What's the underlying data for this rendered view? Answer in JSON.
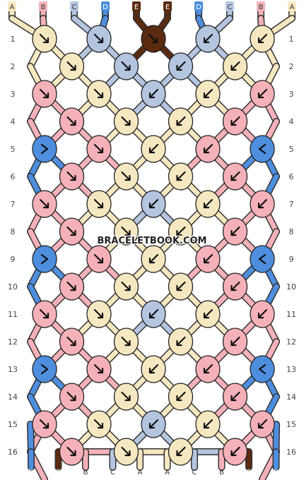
{
  "colors": {
    "A": "#f5e8c0",
    "B": "#f5b1b9",
    "C": "#b4c5e0",
    "D": "#4e8ede",
    "E": "#5b2b10"
  },
  "top_strands": [
    "A",
    "B",
    "C",
    "D",
    "E",
    "E",
    "D",
    "C",
    "B",
    "A"
  ],
  "bottom_strands": [
    "D",
    "E",
    "B",
    "C",
    "A",
    "A",
    "C",
    "B",
    "E",
    "D"
  ],
  "row_numbers": [
    "1",
    "2",
    "3",
    "4",
    "5",
    "6",
    "7",
    "8",
    "9",
    "10",
    "11",
    "12",
    "13",
    "14",
    "15",
    "16"
  ],
  "knot_rows": [
    {
      "knots": [
        {
          "c": "A",
          "d": "se"
        },
        {
          "c": "C",
          "d": "se"
        },
        {
          "c": "E",
          "d": "se"
        },
        {
          "c": "C",
          "d": "sw"
        },
        {
          "c": "A",
          "d": "sw"
        }
      ]
    },
    {
      "knots": [
        {
          "c": "A",
          "d": "se"
        },
        {
          "c": "C",
          "d": "se"
        },
        {
          "c": "C",
          "d": "sw"
        },
        {
          "c": "A",
          "d": "sw"
        }
      ]
    },
    {
      "knots": [
        {
          "c": "B",
          "d": "se"
        },
        {
          "c": "A",
          "d": "se"
        },
        {
          "c": "C",
          "d": "sw"
        },
        {
          "c": "A",
          "d": "sw"
        },
        {
          "c": "B",
          "d": "sw"
        }
      ]
    },
    {
      "knots": [
        {
          "c": "B",
          "d": "se"
        },
        {
          "c": "A",
          "d": "se"
        },
        {
          "c": "A",
          "d": "sw"
        },
        {
          "c": "B",
          "d": "sw"
        }
      ]
    },
    {
      "knots": [
        {
          "c": "D",
          "d": "r"
        },
        {
          "c": "B",
          "d": "se"
        },
        {
          "c": "A",
          "d": "sw"
        },
        {
          "c": "B",
          "d": "sw"
        },
        {
          "c": "D",
          "d": "l"
        }
      ]
    },
    {
      "knots": [
        {
          "c": "B",
          "d": "se"
        },
        {
          "c": "A",
          "d": "se"
        },
        {
          "c": "A",
          "d": "sw"
        },
        {
          "c": "B",
          "d": "sw"
        }
      ]
    },
    {
      "knots": [
        {
          "c": "B",
          "d": "se"
        },
        {
          "c": "A",
          "d": "se"
        },
        {
          "c": "C",
          "d": "sw"
        },
        {
          "c": "A",
          "d": "sw"
        },
        {
          "c": "B",
          "d": "sw"
        }
      ]
    },
    {
      "knots": [
        {
          "c": "B",
          "d": "se"
        },
        {
          "c": "A",
          "d": "se"
        },
        {
          "c": "A",
          "d": "sw"
        },
        {
          "c": "B",
          "d": "sw"
        }
      ]
    },
    {
      "knots": [
        {
          "c": "D",
          "d": "r"
        },
        {
          "c": "B",
          "d": "se"
        },
        {
          "c": "A",
          "d": "sw"
        },
        {
          "c": "B",
          "d": "sw"
        },
        {
          "c": "D",
          "d": "l"
        }
      ]
    },
    {
      "knots": [
        {
          "c": "B",
          "d": "se"
        },
        {
          "c": "A",
          "d": "se"
        },
        {
          "c": "A",
          "d": "sw"
        },
        {
          "c": "B",
          "d": "sw"
        }
      ]
    },
    {
      "knots": [
        {
          "c": "B",
          "d": "se"
        },
        {
          "c": "A",
          "d": "se"
        },
        {
          "c": "C",
          "d": "sw"
        },
        {
          "c": "A",
          "d": "sw"
        },
        {
          "c": "B",
          "d": "sw"
        }
      ]
    },
    {
      "knots": [
        {
          "c": "B",
          "d": "se"
        },
        {
          "c": "A",
          "d": "se"
        },
        {
          "c": "A",
          "d": "sw"
        },
        {
          "c": "B",
          "d": "sw"
        }
      ]
    },
    {
      "knots": [
        {
          "c": "D",
          "d": "r"
        },
        {
          "c": "B",
          "d": "se"
        },
        {
          "c": "A",
          "d": "sw"
        },
        {
          "c": "B",
          "d": "sw"
        },
        {
          "c": "D",
          "d": "l"
        }
      ]
    },
    {
      "knots": [
        {
          "c": "B",
          "d": "se"
        },
        {
          "c": "A",
          "d": "se"
        },
        {
          "c": "A",
          "d": "sw"
        },
        {
          "c": "B",
          "d": "sw"
        }
      ]
    },
    {
      "knots": [
        {
          "c": "B",
          "d": "se"
        },
        {
          "c": "A",
          "d": "se"
        },
        {
          "c": "C",
          "d": "sw"
        },
        {
          "c": "A",
          "d": "sw"
        },
        {
          "c": "B",
          "d": "sw"
        }
      ]
    },
    {
      "knots": [
        {
          "c": "B",
          "d": "se"
        },
        {
          "c": "A",
          "d": "se"
        },
        {
          "c": "A",
          "d": "sw"
        },
        {
          "c": "B",
          "d": "sw"
        }
      ]
    }
  ],
  "watermark": "BRACELETBOOK.COM"
}
